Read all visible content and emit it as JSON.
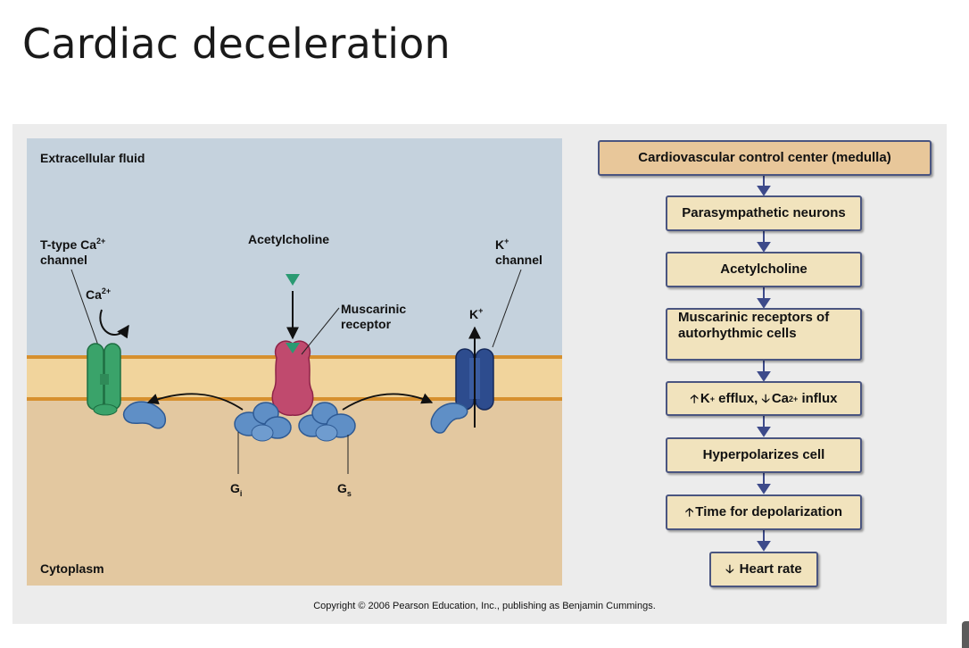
{
  "slide": {
    "title": "Cardiac deceleration",
    "copyright": "Copyright © 2006 Pearson Education, Inc., publishing as Benjamin Cummings."
  },
  "diagram": {
    "extracellular_label": "Extracellular fluid",
    "cytoplasm_label": "Cytoplasm",
    "ttype_label_line1": "T-type Ca",
    "ttype_label_sup": "2+",
    "ttype_label_line2": "channel",
    "ca_label": "Ca",
    "ca_sup": "2+",
    "acetylcholine_label": "Acetylcholine",
    "muscarinic_line1": "Muscarinic",
    "muscarinic_line2": "receptor",
    "kchannel_line1": "K",
    "kchannel_sup": "+",
    "kchannel_line2": "channel",
    "k_ion_label": "K",
    "k_ion_sup": "+",
    "gi_label": "G",
    "gi_sub": "i",
    "gs_label": "G",
    "gs_sub": "s"
  },
  "flowchart": {
    "control_center": "Cardiovascular control center (medulla)",
    "parasympathetic": "Parasympathetic neurons",
    "acetylcholine": "Acetylcholine",
    "muscarinic_line1": "Muscarinic receptors of",
    "muscarinic_line2": "autorhythmic cells",
    "efflux_k": "K",
    "efflux_k_sup": "+",
    "efflux_text": " efflux, ",
    "influx_ca": "Ca",
    "influx_ca_sup": "2+",
    "influx_text": " influx",
    "hyperpolarizes": "Hyperpolarizes cell",
    "time_depol": "Time for depolarization",
    "heart_rate": "Heart rate"
  },
  "colors": {
    "extracellular": "#c5d2dd",
    "cytoplasm": "#e3c8a0",
    "membrane": "#f1d49c",
    "t_channel": "#3aa36a",
    "receptor": "#c04a6e",
    "k_channel": "#2d4c8e",
    "g_protein": "#5f8fc6",
    "acetylcholine_ligand": "#2a9a72",
    "flow_box": "#f1e3bd",
    "flow_top": "#e8c79a",
    "flow_border": "#4a5580"
  }
}
